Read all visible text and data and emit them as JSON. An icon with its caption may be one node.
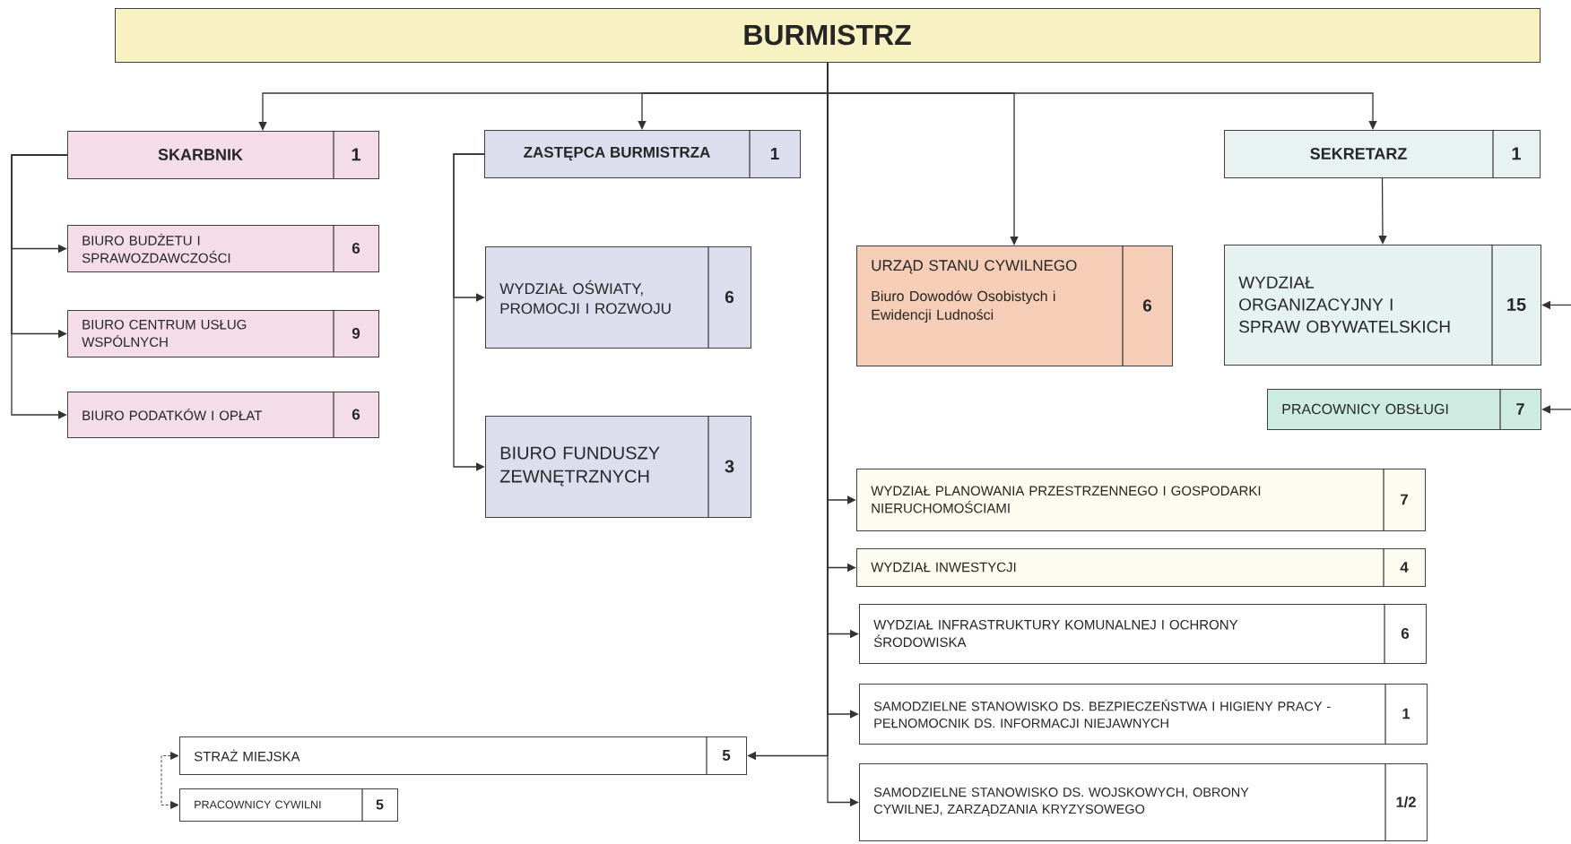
{
  "diagram": {
    "nodes": [
      {
        "text": [
          "BURMISTRZ"
        ]
      },
      {
        "text": [
          "SKARBNIK",
          "1"
        ]
      },
      {
        "text": [
          "ZASTĘPCA BURMISTRZA",
          "1"
        ]
      },
      {
        "text": [
          "URZĄD STANU CYWILNEGO",
          "Biuro Dowodów Osobistych i Ewidencji Ludności",
          "6"
        ]
      },
      {
        "text": [
          "SEKRETARZ",
          "1"
        ]
      },
      {
        "text": [
          "BIURO BUDŻETU I SPRAWOZDAWCZOŚCI",
          "6"
        ]
      },
      {
        "text": [
          "WYDZIAŁ OŚWIATY, PROMOCJI I ROZWOJU",
          "6"
        ]
      },
      {
        "text": [
          "WYDZIAŁ ORGANIZACYJNY I SPRAW OBYWATELSKICH",
          "15"
        ]
      },
      {
        "text": [
          "BIURO CENTRUM USŁUG WSPÓLNYCH",
          "9"
        ]
      },
      {
        "text": [
          "PRACOWNICY OBSŁUGI",
          "7"
        ]
      },
      {
        "text": [
          "BIURO PODATKÓW I OPŁAT",
          "6"
        ]
      },
      {
        "text": [
          "BIURO FUNDUSZY ZEWNĘTRZNYCH",
          "3"
        ]
      },
      {
        "text": [
          "WYDZIAŁ PLANOWANIA PRZESTRZENNEGO I GOSPODARKI NIERUCHOMOŚCIAMI",
          "7"
        ]
      },
      {
        "text": [
          "WYDZIAŁ INWESTYCJI",
          "4"
        ]
      },
      {
        "text": [
          "WYDZIAŁ INFRASTRUKTURY KOMUNALNEJ I OCHRONY ŚRODOWISKA",
          "6"
        ]
      },
      {
        "text": [
          "SAMODZIELNE STANOWISKO DS. BEZPIECZEŃSTWA I HIGIENY PRACY - PEŁNOMOCNIK DS. INFORMACJI NIEJAWNYCH",
          "1"
        ]
      },
      {
        "text": [
          "STRAŻ MIEJSKA",
          "5"
        ]
      },
      {
        "text": [
          "SAMODZIELNE STANOWISKO DS. WOJSKOWYCH, OBRONY CYWILNEJ, ZARZĄDZANIA KRYZYSOWEGO",
          "1/2"
        ]
      },
      {
        "text": [
          "PRACOWNICY CYWILNI",
          "5"
        ]
      }
    ],
    "edges": [
      {
        "from": 0,
        "to": 1,
        "arrow": "to"
      },
      {
        "from": 0,
        "to": 2,
        "arrow": "to"
      },
      {
        "from": 0,
        "to": 3,
        "arrow": "to"
      },
      {
        "from": 0,
        "to": 4,
        "arrow": "to"
      },
      {
        "from": 1,
        "to": 5,
        "arrow": "to"
      },
      {
        "from": 1,
        "to": 8,
        "arrow": "to"
      },
      {
        "from": 1,
        "to": 10,
        "arrow": "to"
      },
      {
        "from": 2,
        "to": 6,
        "arrow": "to"
      },
      {
        "from": 2,
        "to": 11,
        "arrow": "to"
      },
      {
        "from": 4,
        "to": 7,
        "arrow": "to"
      },
      {
        "from": null,
        "to": 7,
        "arrow": "to"
      },
      {
        "from": null,
        "to": 9,
        "arrow": "to"
      },
      {
        "from": 0,
        "to": 12,
        "arrow": "to"
      },
      {
        "from": 0,
        "to": 13,
        "arrow": "to"
      },
      {
        "from": 0,
        "to": 14,
        "arrow": "to"
      },
      {
        "from": 0,
        "to": 15,
        "arrow": "to"
      },
      {
        "from": 0,
        "to": 16,
        "arrow": "to"
      },
      {
        "from": 0,
        "to": 17,
        "arrow": "to"
      },
      {
        "from": 16,
        "to": 18,
        "arrow": "both",
        "style": "dashed"
      }
    ]
  }
}
